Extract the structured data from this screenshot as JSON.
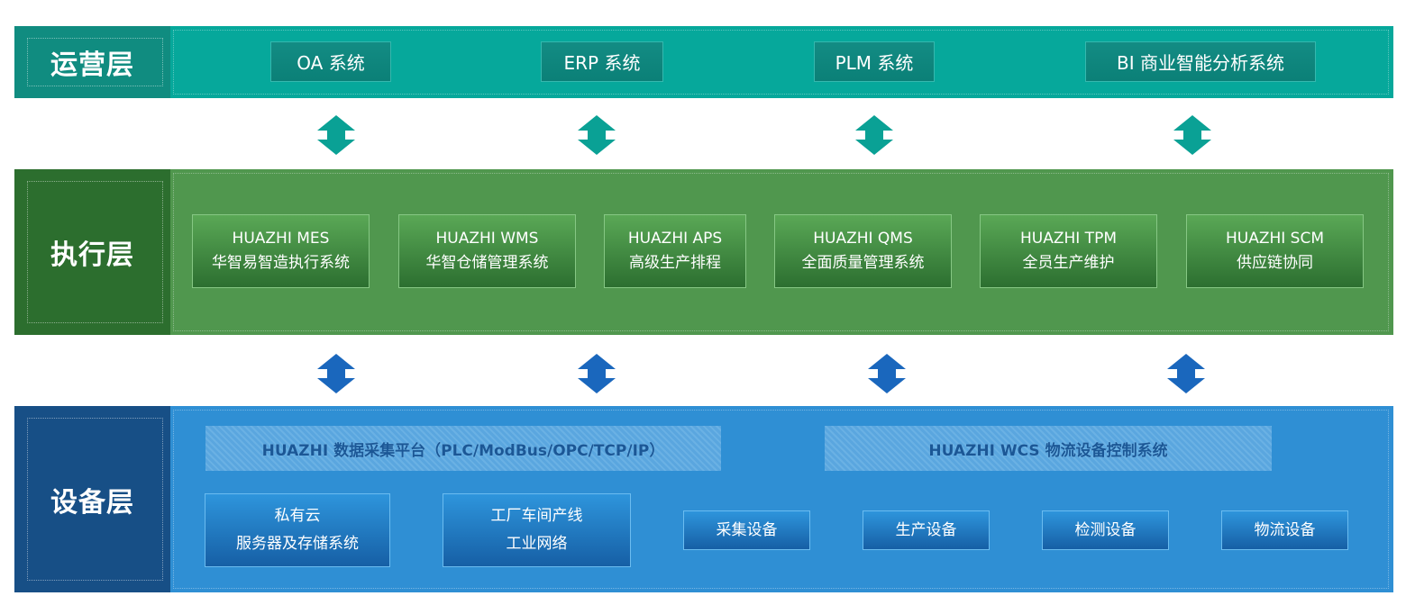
{
  "operation_layer": {
    "label": "运营层",
    "systems": [
      "OA 系统",
      "ERP 系统",
      "PLM 系统",
      "BI 商业智能分析系统"
    ]
  },
  "execution_layer": {
    "label": "执行层",
    "systems": [
      {
        "name": "HUAZHI MES",
        "desc": "华智易智造执行系统"
      },
      {
        "name": "HUAZHI WMS",
        "desc": "华智仓储管理系统"
      },
      {
        "name": "HUAZHI APS",
        "desc": "高级生产排程"
      },
      {
        "name": "HUAZHI QMS",
        "desc": "全面质量管理系统"
      },
      {
        "name": "HUAZHI TPM",
        "desc": "全员生产维护"
      },
      {
        "name": "HUAZHI SCM",
        "desc": "供应链协同"
      }
    ]
  },
  "device_layer": {
    "label": "设备层",
    "platforms": [
      "HUAZHI 数据采集平台（PLC/ModBus/OPC/TCP/IP）",
      "HUAZHI WCS 物流设备控制系统"
    ],
    "infrastructure": [
      {
        "line1": "私有云",
        "line2": "服务器及存储系统"
      },
      {
        "line1": "工厂车间产线",
        "line2": "工业网络"
      }
    ],
    "equipment": [
      "采集设备",
      "生产设备",
      "检测设备",
      "物流设备"
    ]
  },
  "colors": {
    "operation": "#06a89b",
    "execution": "#50974e",
    "device": "#2f8fd4",
    "arrow_top": "#0aa195",
    "arrow_bottom": "#1a67bd"
  }
}
